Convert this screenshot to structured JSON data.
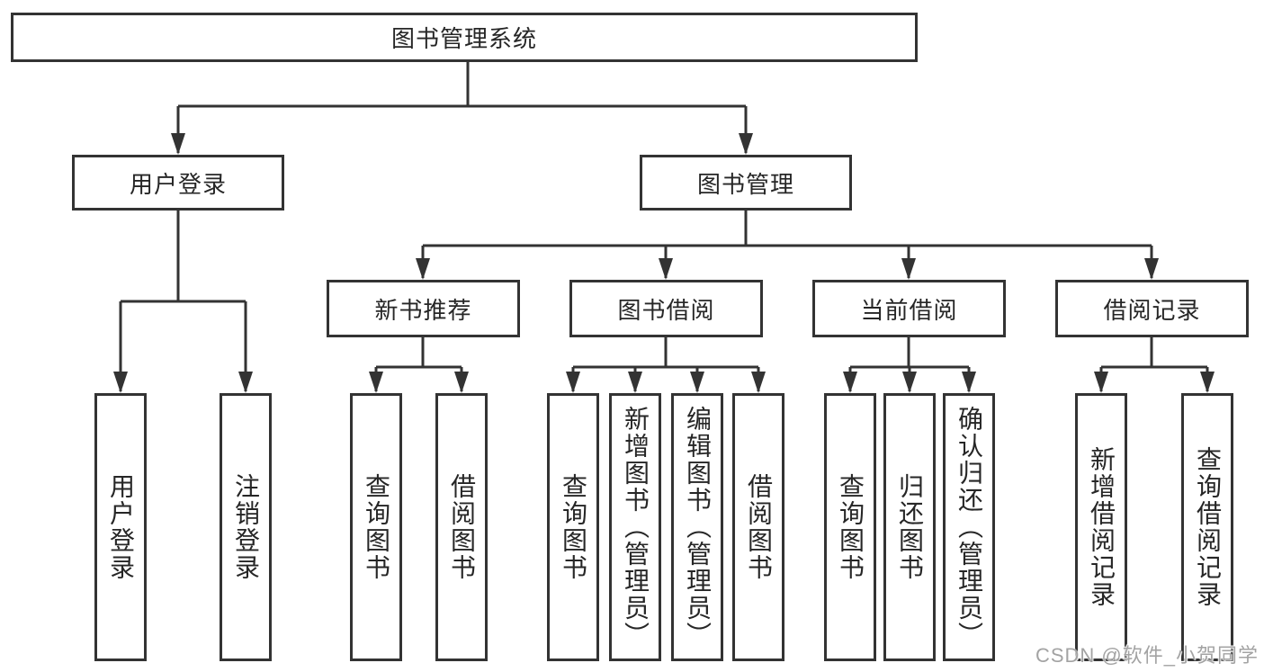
{
  "diagram": {
    "root": {
      "label": "图书管理系统"
    },
    "level2": [
      {
        "label": "用户登录",
        "children": [
          "用户登录",
          "注销登录"
        ]
      },
      {
        "label": "图书管理"
      }
    ],
    "level3": [
      {
        "label": "新书推荐",
        "children": [
          "查询图书",
          "借阅图书"
        ]
      },
      {
        "label": "图书借阅",
        "children": [
          "查询图书",
          "新增图书（管理员）",
          "编辑图书（管理员）",
          "借阅图书"
        ]
      },
      {
        "label": "当前借阅",
        "children": [
          "查询图书",
          "归还图书",
          "确认归还（管理员）"
        ]
      },
      {
        "label": "借阅记录",
        "children": [
          "新增借阅记录",
          "查询借阅记录"
        ]
      }
    ]
  },
  "watermark": "CSDN @软件_小贺同学",
  "colors": {
    "line": "#333333",
    "text": "#262626",
    "background": "#ffffff",
    "watermark_text": "#a3a3a3"
  }
}
